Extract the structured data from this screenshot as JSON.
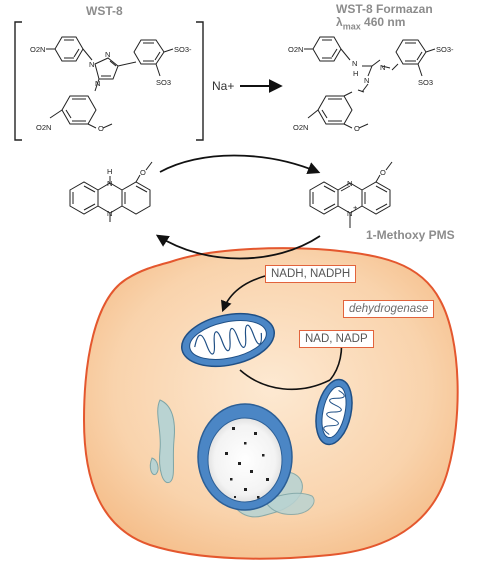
{
  "reactant": {
    "title": "WST-8"
  },
  "product": {
    "title": "WST-8 Formazan",
    "lambda_symbol": "λ",
    "lambda_sub": "max",
    "lambda_value": "460 nm"
  },
  "counter_ion": "Na+",
  "mediator": {
    "label": "1-Methoxy PMS"
  },
  "cofactors": {
    "reduced": "NADH, NADPH",
    "oxidized": "NAD, NADP",
    "enzyme": "dehydrogenase"
  },
  "atoms": {
    "nitro": "O2N",
    "sulfonate_top": "SO3-",
    "sulfonate_bottom": "SO3",
    "minus": "-",
    "methoxy": "O",
    "nh": "N",
    "h": "H",
    "n": "N",
    "plus": "+"
  }
}
